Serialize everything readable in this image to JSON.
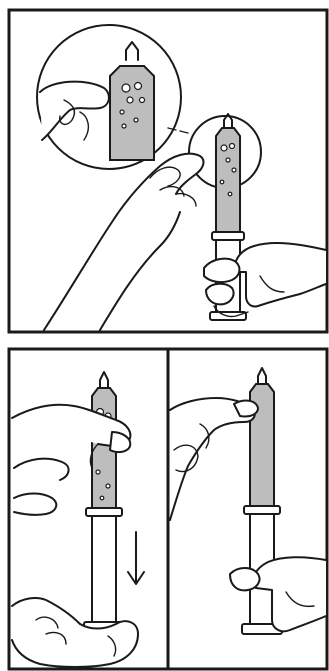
{
  "figure": {
    "panels": [
      {
        "id": "top",
        "icon": "syringe-tap-air-bubbles-icon"
      },
      {
        "id": "bottom-left",
        "icon": "syringe-plunger-down-icon"
      },
      {
        "id": "bottom-right",
        "icon": "syringe-air-removed-icon"
      }
    ],
    "colors": {
      "line": "#1a1a1a",
      "liquid": "#bdbdbd",
      "background": "#ffffff"
    }
  }
}
